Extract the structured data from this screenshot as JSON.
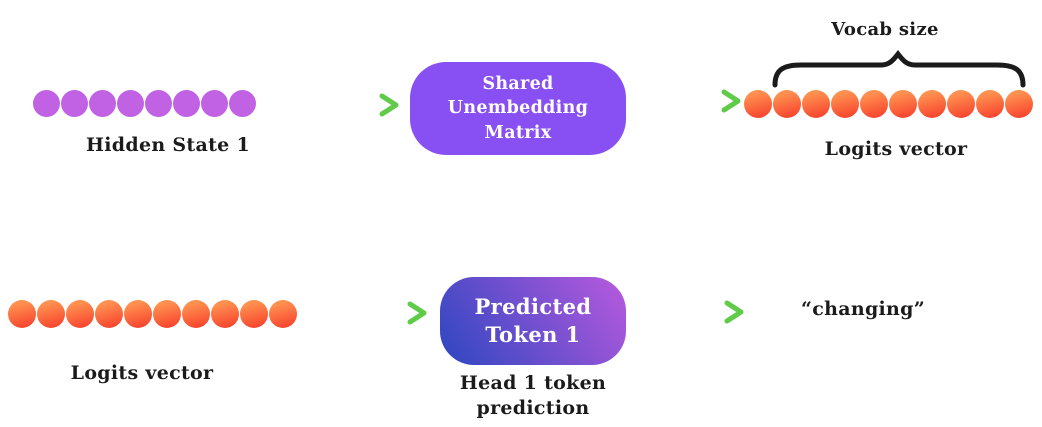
{
  "colors": {
    "purple_dot": "#c161e4",
    "orange_dot_light": "#ff9150",
    "orange_dot_dark": "#f8472f",
    "box1_bg": "#8850f2",
    "box2_from": "#2c46c0",
    "box2_to": "#b95ade",
    "arrow_teal": "#1c7f9c",
    "arrow_green": "#5fcb49",
    "brace": "#1b1b1b",
    "text": "#1b1b1b",
    "box_text": "#ffffff"
  },
  "row1": {
    "hidden_dots_count": 8,
    "hidden_state_label": "Hidden State 1",
    "box_lines": [
      "Shared",
      "Unembedding",
      "Matrix"
    ],
    "vocab_size_label": "Vocab size",
    "logits_dots_count": 10,
    "logits_label": "Logits vector"
  },
  "row2": {
    "logits_dots_count": 10,
    "logits_label": "Logits vector",
    "box_lines": [
      "Predicted",
      "Token 1"
    ],
    "subtitle_lines": [
      "Head 1 token",
      "prediction"
    ],
    "output_text": "“changing”"
  }
}
